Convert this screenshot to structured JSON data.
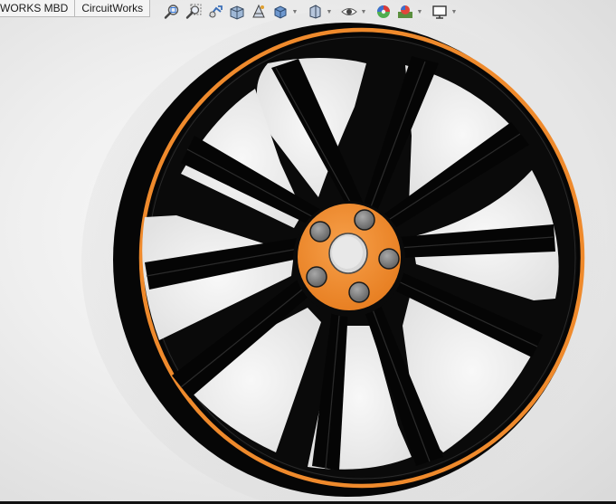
{
  "tabs": [
    {
      "label": "WORKS MBD",
      "name": "tab-solidworks-mbd"
    },
    {
      "label": "CircuitWorks",
      "name": "tab-circuitworks"
    }
  ],
  "heads_up_toolbar": [
    {
      "icon": "zoom-to-fit-icon"
    },
    {
      "icon": "zoom-to-area-icon"
    },
    {
      "icon": "previous-view-icon"
    },
    {
      "icon": "section-view-icon"
    },
    {
      "icon": "dynamic-annotation-views-icon"
    },
    {
      "icon": "view-orientation-icon",
      "dropdown": true
    },
    {
      "icon": "display-style-icon",
      "dropdown": true
    },
    {
      "icon": "hide-show-items-icon",
      "dropdown": true
    },
    {
      "icon": "edit-appearance-icon"
    },
    {
      "icon": "apply-scene-icon",
      "dropdown": true
    },
    {
      "icon": "view-settings-icon",
      "dropdown": true
    }
  ],
  "model": {
    "name": "wheel-model",
    "rim_color": "#0b0b0b",
    "accent_color": "#ef8a2c",
    "hub_color": "#ef8a2c",
    "lug_nut_count": 5,
    "spoke_count": 10
  }
}
